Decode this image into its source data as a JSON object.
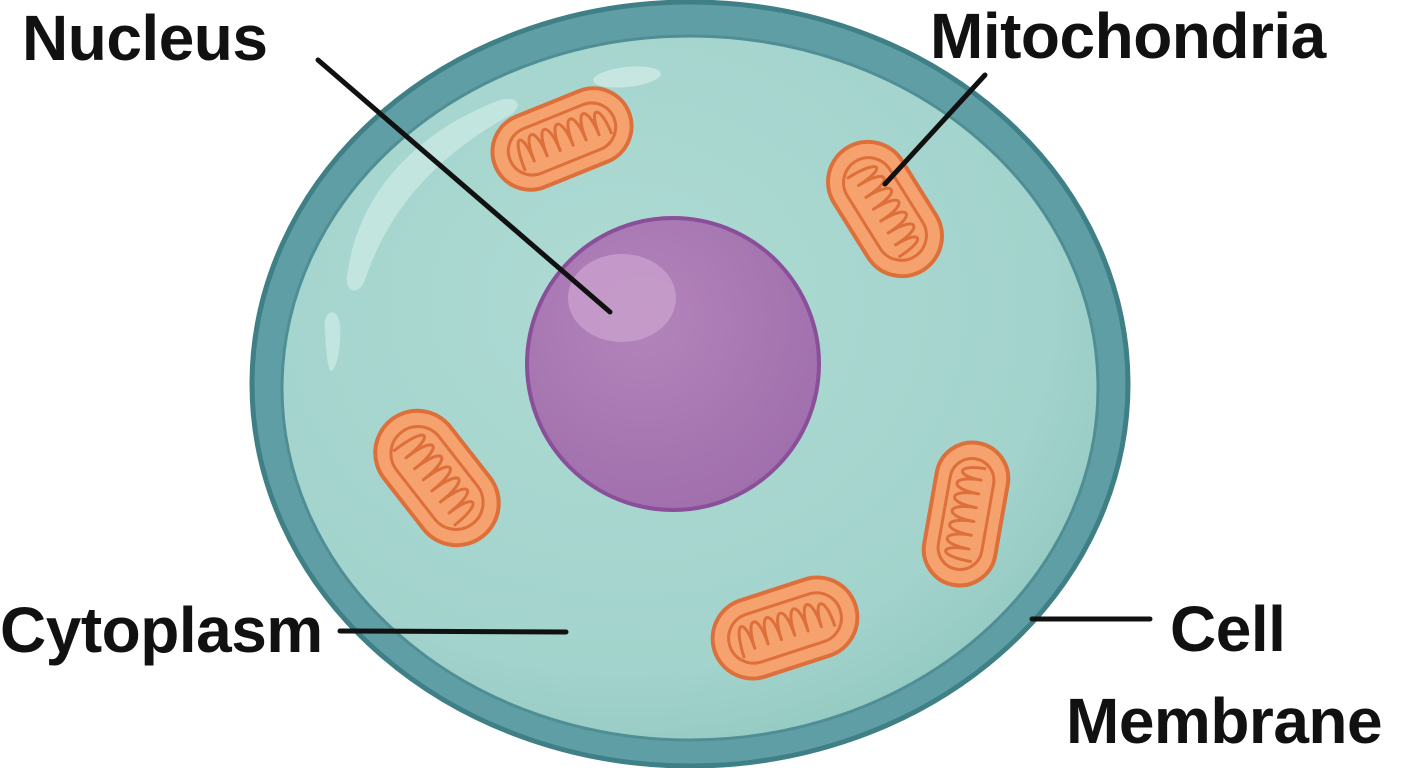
{
  "labels": {
    "nucleus": "Nucleus",
    "mitochondria": "Mitochondria",
    "cytoplasm": "Cytoplasm",
    "membrane_line1": "Cell",
    "membrane_line2": "Membrane"
  },
  "colors": {
    "membrane": "#5f9ea4",
    "membrane_edge": "#3f7f86",
    "cytoplasm": "#a6d6cf",
    "nucleus": "#a878b1",
    "nucleus_edge": "#8a4f99",
    "nucleus_highlight": "#c69ccb",
    "mitochondria_fill": "#f6a26e",
    "mitochondria_edge": "#dd6f3a",
    "leader_line": "#111111"
  }
}
